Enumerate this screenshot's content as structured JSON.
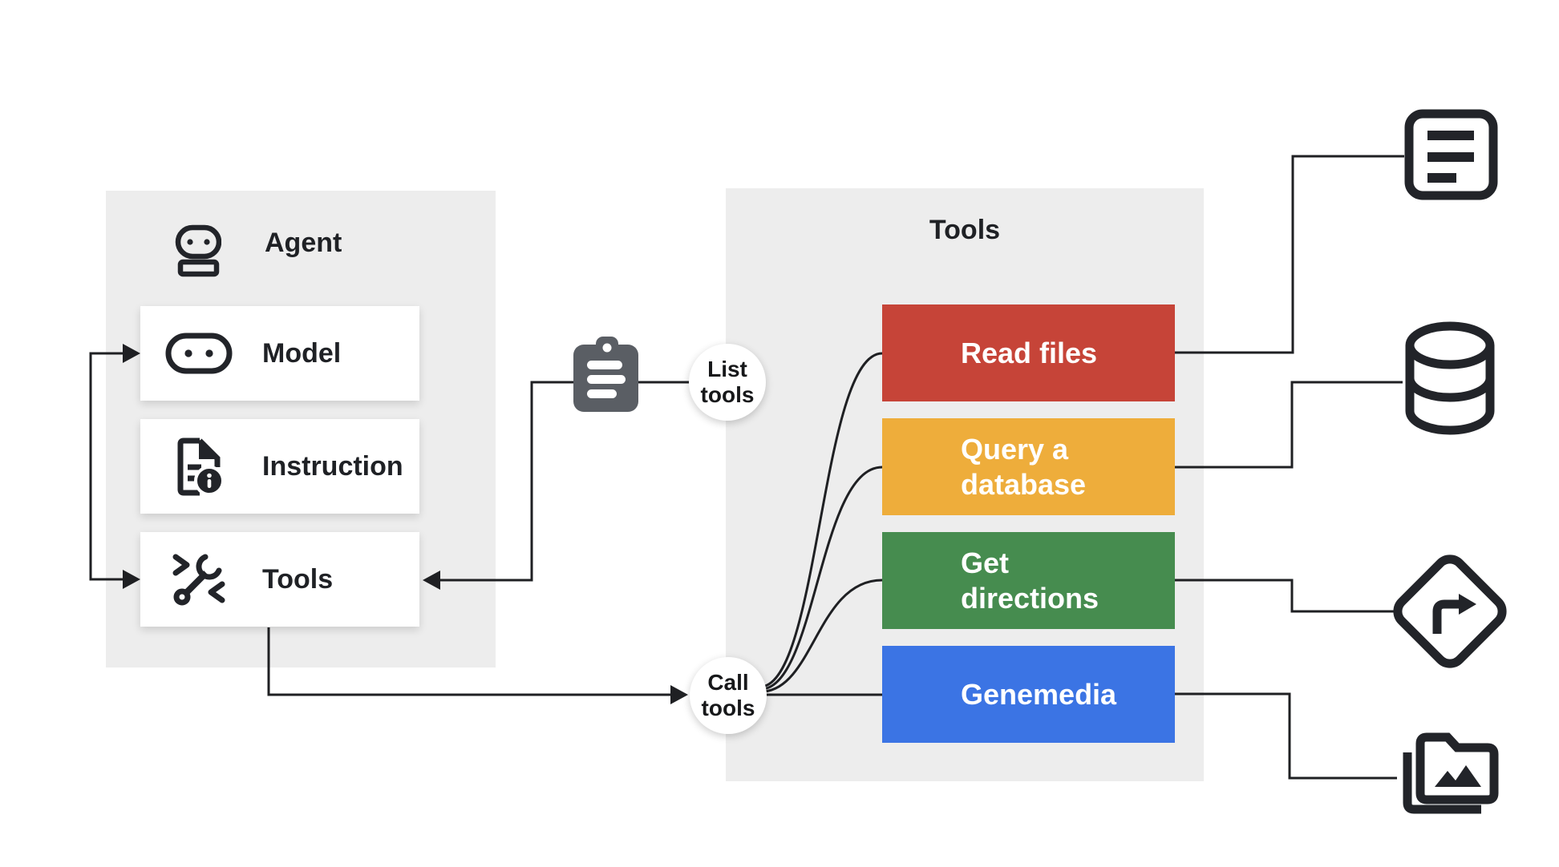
{
  "agent_panel": {
    "title": "Agent",
    "panel_color": "#ededed",
    "boxes": [
      {
        "label": "Model",
        "icon": "robot-head-icon"
      },
      {
        "label": "Instruction",
        "icon": "document-info-icon"
      },
      {
        "label": "Tools",
        "icon": "wrench-code-icon"
      }
    ]
  },
  "tools_panel": {
    "title": "Tools",
    "panel_color": "#ededed",
    "boxes": [
      {
        "label": "Read files",
        "color": "#c64438"
      },
      {
        "label": "Query a\ndatabase",
        "color": "#eead3b"
      },
      {
        "label": "Get\ndirections",
        "color": "#468c4f"
      },
      {
        "label": "Genemedia",
        "color": "#3b74e4"
      }
    ]
  },
  "nodes": {
    "list_tools": "List\ntools",
    "call_tools": "Call\ntools",
    "clipboard_icon": "clipboard-list-icon",
    "clipboard_color": "#5a5e64"
  },
  "endpoints": [
    {
      "icon": "notes-document-icon"
    },
    {
      "icon": "database-icon"
    },
    {
      "icon": "turn-directions-icon"
    },
    {
      "icon": "media-folder-icon"
    }
  ],
  "line_color": "#1f2023",
  "icon_color": "#222429"
}
